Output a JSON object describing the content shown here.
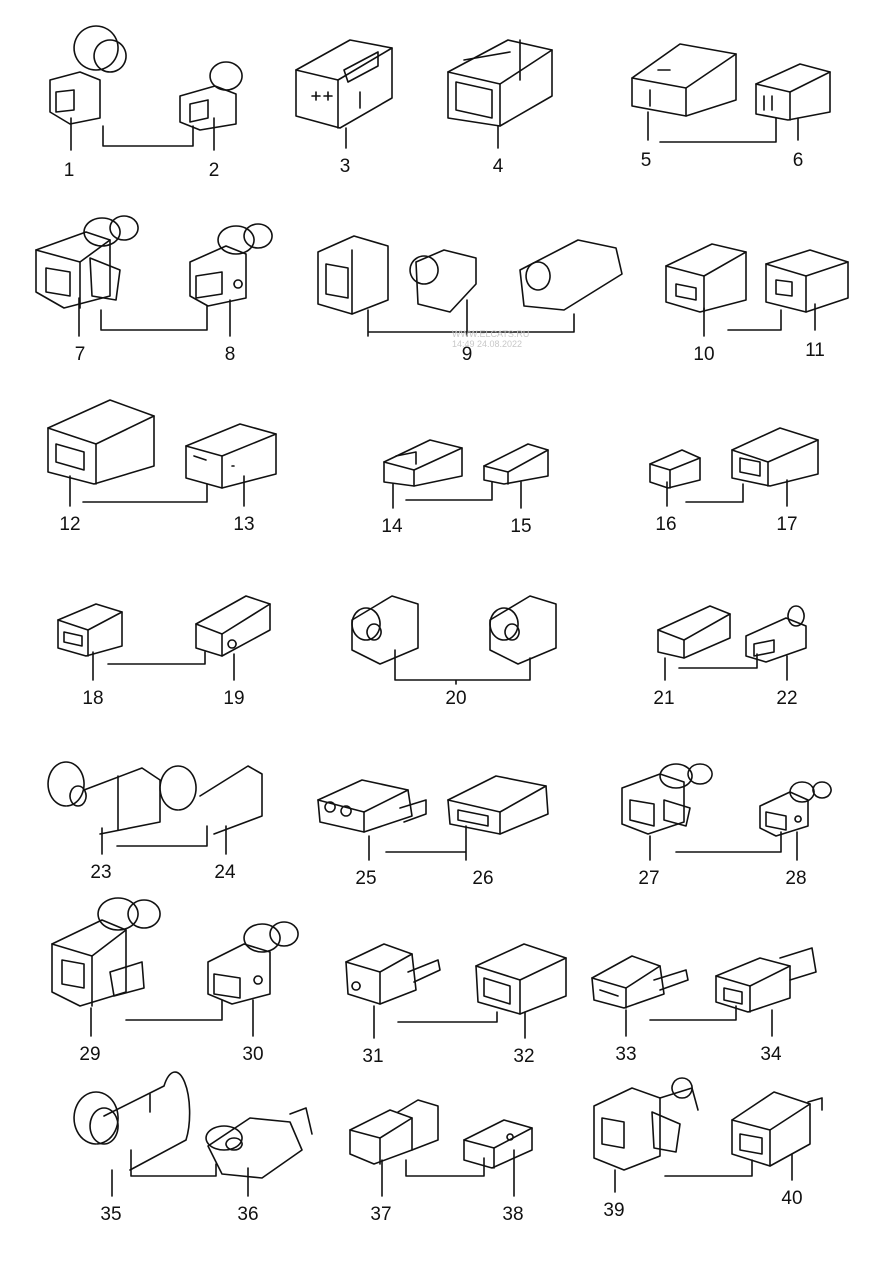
{
  "diagram": {
    "labels": [
      "1",
      "2",
      "3",
      "4",
      "5",
      "6",
      "7",
      "8",
      "9",
      "10",
      "11",
      "12",
      "13",
      "14",
      "15",
      "16",
      "17",
      "18",
      "19",
      "20",
      "21",
      "22",
      "23",
      "24",
      "25",
      "26",
      "27",
      "28",
      "29",
      "30",
      "31",
      "32",
      "33",
      "34",
      "35",
      "36",
      "37",
      "38",
      "39",
      "40"
    ],
    "watermark": [
      "WWW.ELCATS.RU",
      "14:49 24.08.2022"
    ]
  },
  "colors": {
    "line": "#111111",
    "background": "#ffffff",
    "watermark": "#c8c8c8"
  }
}
